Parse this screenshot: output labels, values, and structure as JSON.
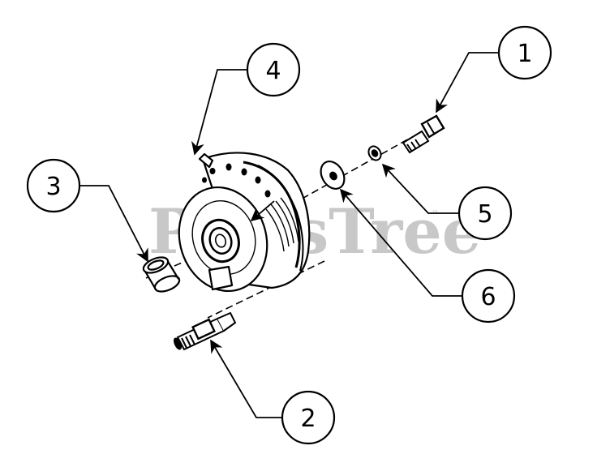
{
  "watermark": {
    "text": "PartsTree",
    "tm": "™"
  },
  "callouts": [
    {
      "id": "1",
      "label": "1"
    },
    {
      "id": "2",
      "label": "2"
    },
    {
      "id": "3",
      "label": "3"
    },
    {
      "id": "4",
      "label": "4"
    },
    {
      "id": "5",
      "label": "5"
    },
    {
      "id": "6",
      "label": "6"
    }
  ],
  "colors": {
    "line": "#000000",
    "watermark": "#c8c8c8",
    "background": "#ffffff"
  }
}
